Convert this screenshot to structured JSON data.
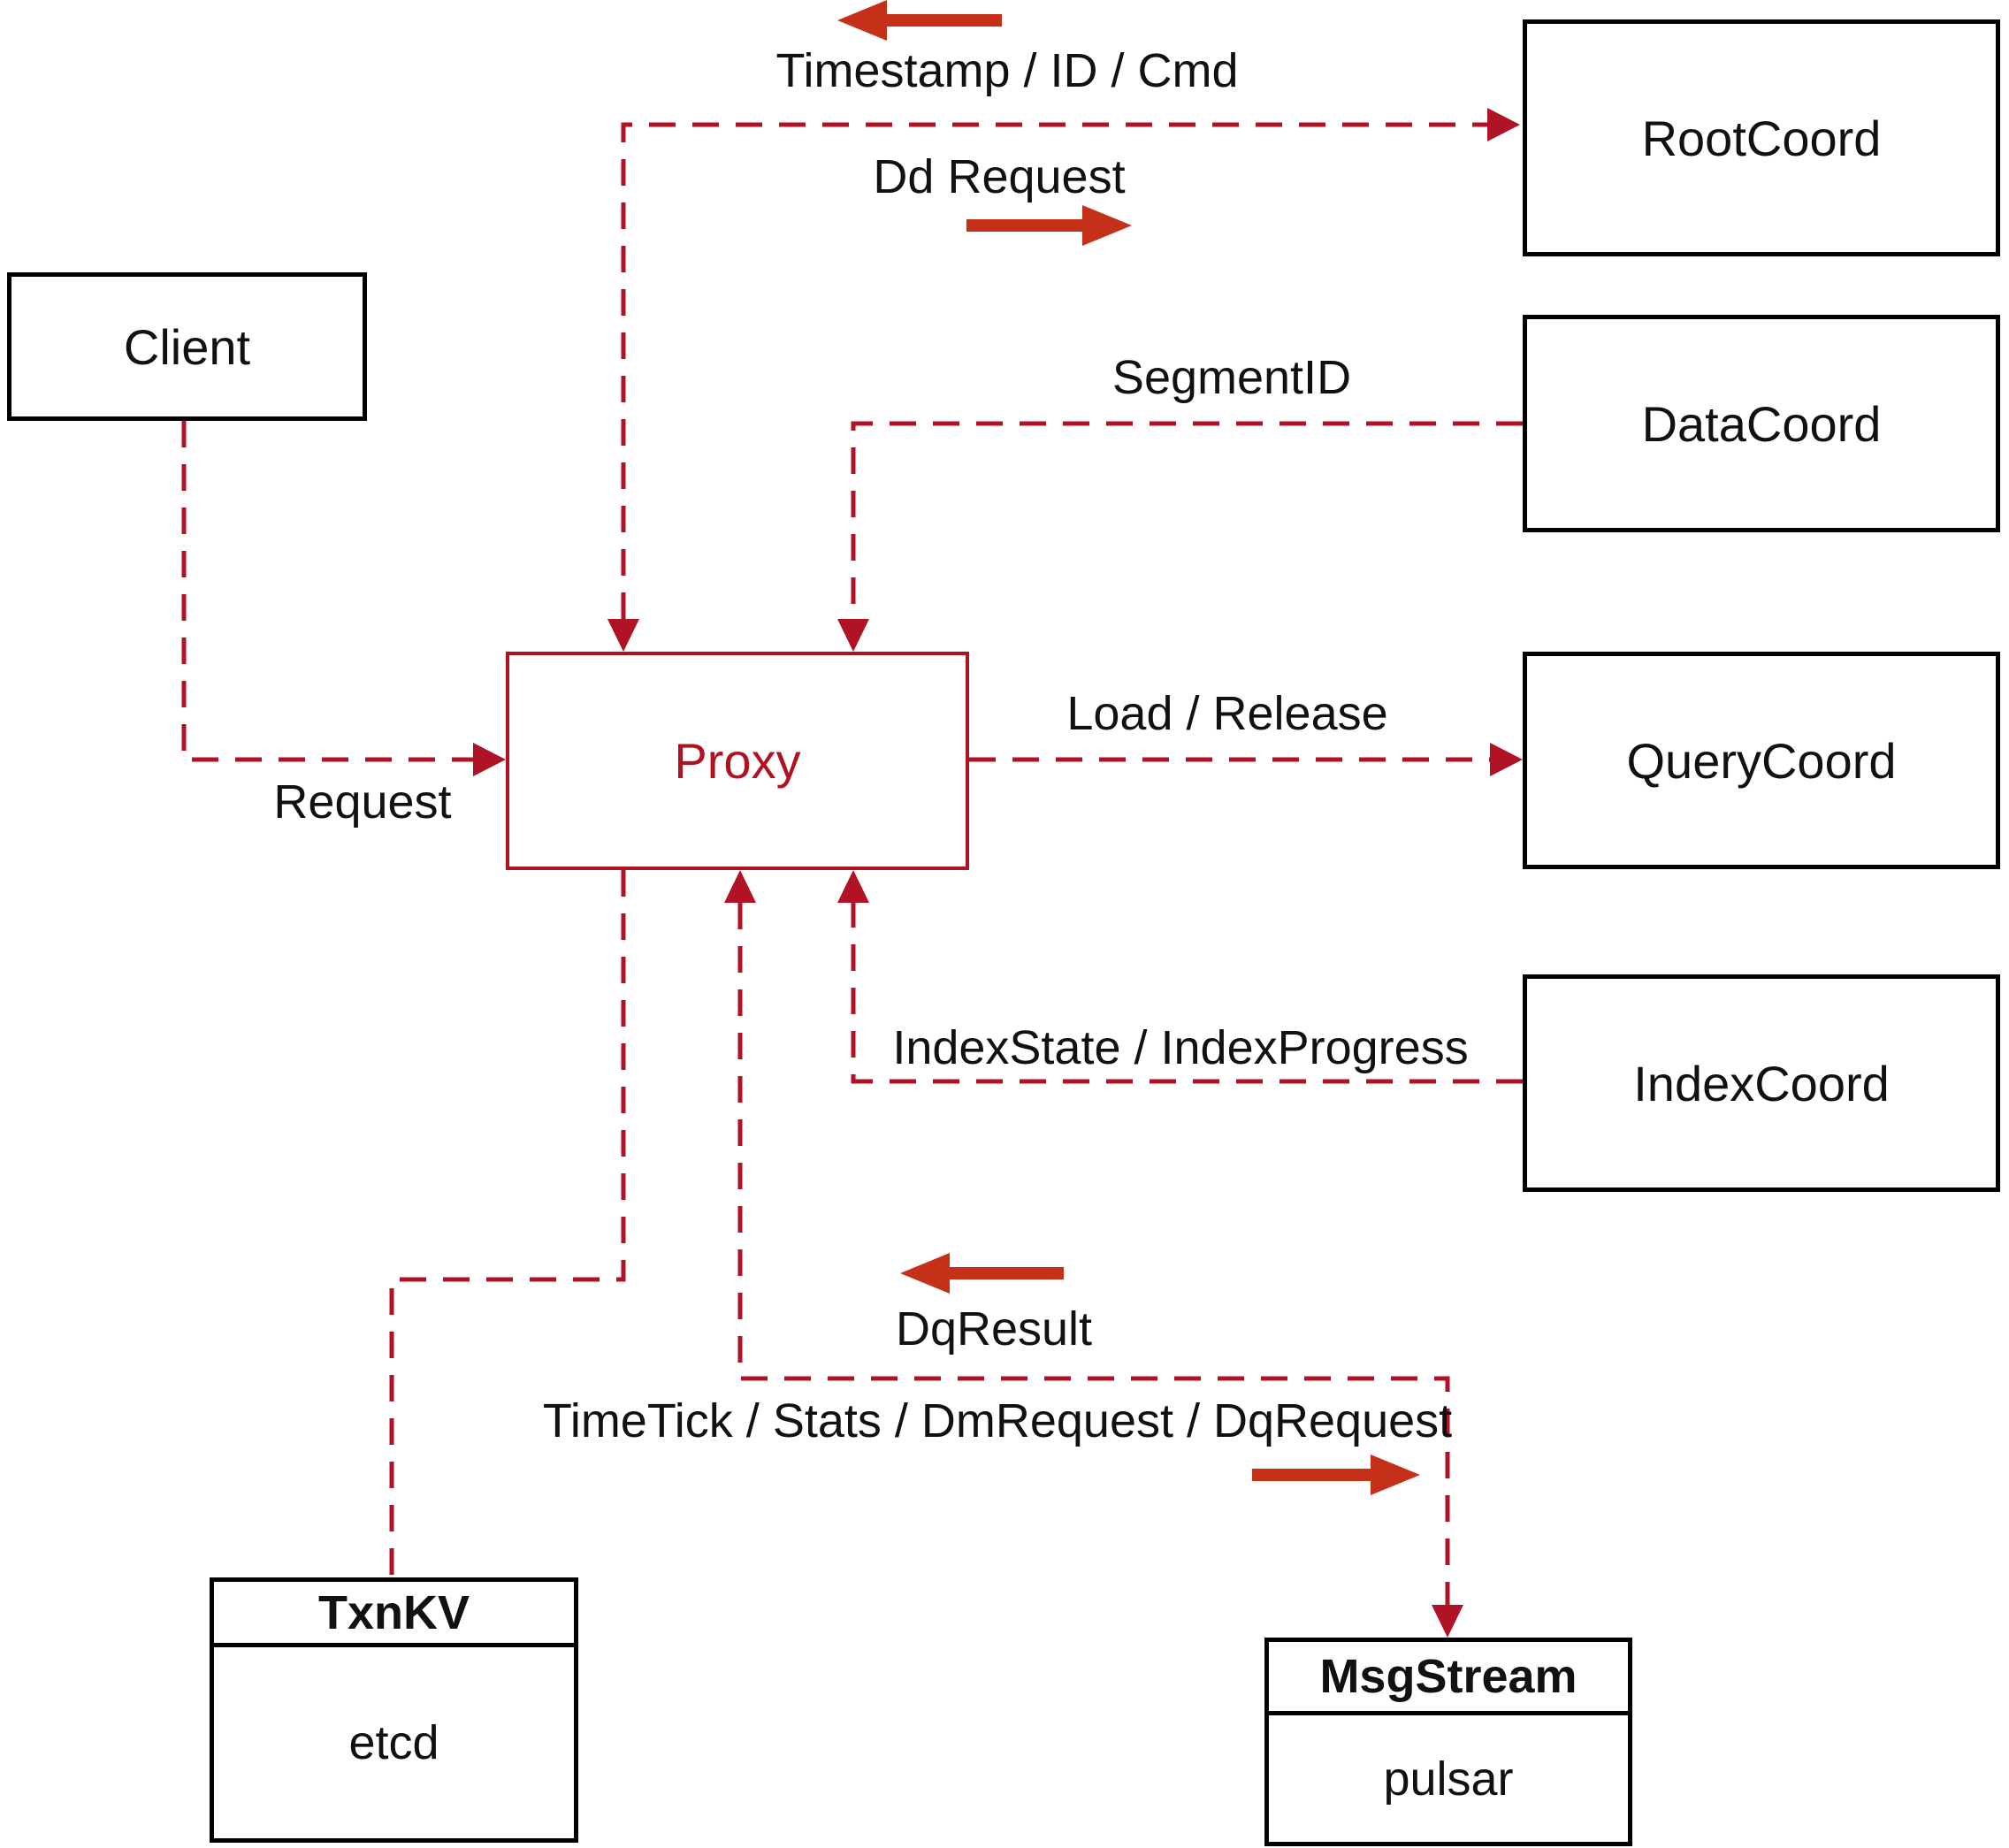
{
  "diagram": {
    "colors": {
      "line_red": "#b01226",
      "arrow_red": "#c53018",
      "proxy_red": "#b0121f",
      "box_border": "#000000",
      "background": "#ffffff"
    },
    "nodes": {
      "client": {
        "label": "Client"
      },
      "proxy": {
        "label": "Proxy"
      },
      "root_coord": {
        "label": "RootCoord"
      },
      "data_coord": {
        "label": "DataCoord"
      },
      "query_coord": {
        "label": "QueryCoord"
      },
      "index_coord": {
        "label": "IndexCoord"
      },
      "txn_kv": {
        "title": "TxnKV",
        "subtitle": "etcd"
      },
      "msg_stream": {
        "title": "MsgStream",
        "subtitle": "pulsar"
      }
    },
    "edge_labels": {
      "timestamp": "Timestamp / ID / Cmd",
      "dd_request": "Dd Request",
      "segment_id": "SegmentID",
      "request": "Request",
      "load_release": "Load / Release",
      "index_state": "IndexState / IndexProgress",
      "dq_result": "DqResult",
      "time_tick": "TimeTick / Stats / DmRequest / DqRequest"
    }
  }
}
